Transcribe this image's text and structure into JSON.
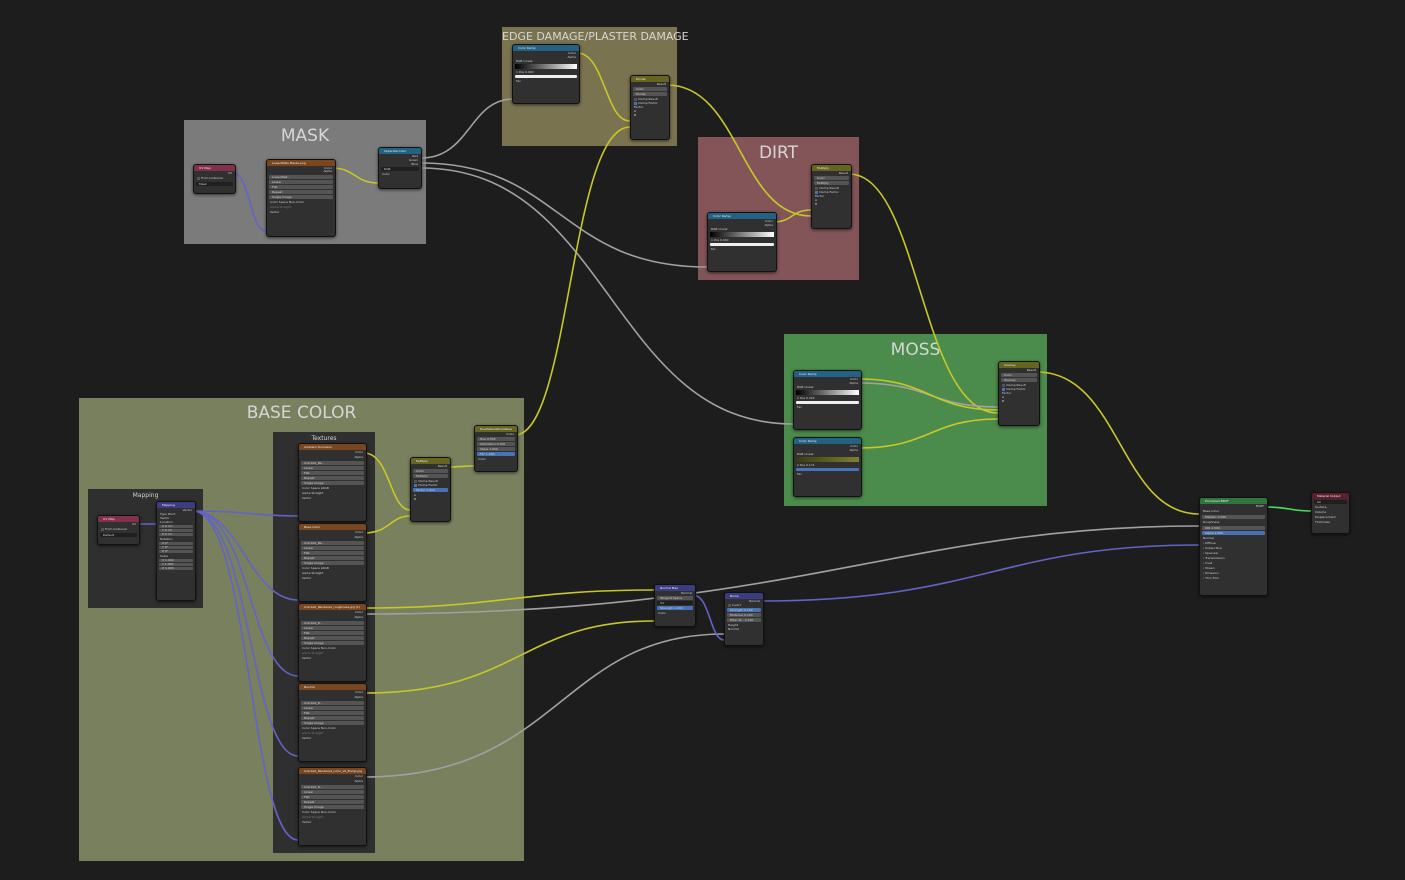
{
  "frames": {
    "edge": "EDGE DAMAGE/PLASTER DAMAGE",
    "mask": "MASK",
    "dirt": "DIRT",
    "moss": "MOSS",
    "base": "BASE COLOR",
    "mapping": "Mapping",
    "textures": "Textures"
  },
  "nodes": {
    "uvmap": {
      "title": "UV Map",
      "field": "UV",
      "from_instancer": "From Instancer",
      "map": "Mask"
    },
    "mask_image": {
      "title": "LowerWalls Masks.png",
      "file": "LowerWall...",
      "interp": "Linear",
      "proj": "Flat",
      "ext": "Repeat",
      "source": "Single Image",
      "colorspace": "Color Space",
      "colorspace_val": "Non-Color",
      "alpha": "Alpha",
      "alpha_val": "Straight",
      "out_color": "Color",
      "out_alpha": "Alpha",
      "in_vector": "Vector"
    },
    "separate": {
      "title": "Separate Color",
      "mode": "RGB",
      "out_red": "Red",
      "out_green": "Green",
      "out_blue": "Blue",
      "in_color": "Color"
    },
    "ramp_edge": {
      "title": "Color Ramp",
      "out_color": "Color",
      "out_alpha": "Alpha",
      "mode": "RGB",
      "interp": "Linear",
      "idx": "1",
      "pos": "Pos",
      "pos_val": "0.000",
      "in_fac": "Fac"
    },
    "divide": {
      "title": "Divide",
      "out": "Result",
      "a": "Color",
      "op": "Divide",
      "clamp_result": "Clamp Result",
      "clamp_factor": "Clamp Factor",
      "factor": "Factor",
      "in_a": "A",
      "in_b": "B"
    },
    "ramp_dirt": {
      "title": "Color Ramp",
      "out_color": "Color",
      "out_alpha": "Alpha",
      "mode": "RGB",
      "interp": "Linear",
      "idx": "1",
      "pos": "Pos",
      "pos_val": "0.000",
      "in_fac": "Fac"
    },
    "multiply_dirt": {
      "title": "Multiply",
      "out": "Result",
      "a": "Color",
      "op": "Multiply",
      "clamp_result": "Clamp Result",
      "clamp_factor": "Clamp Factor",
      "factor": "Factor",
      "in_a": "A",
      "in_b": "B"
    },
    "ramp_moss1": {
      "title": "Color Ramp",
      "out_color": "Color",
      "out_alpha": "Alpha",
      "mode": "RGB",
      "interp": "Linear",
      "idx": "1",
      "pos": "Pos",
      "pos_val": "0.322",
      "in_fac": "Fac"
    },
    "ramp_moss2": {
      "title": "Color Ramp",
      "out_color": "Color",
      "out_alpha": "Alpha",
      "mode": "RGB",
      "interp": "Linear",
      "idx": "2",
      "pos": "Pos",
      "pos_val": "0.174",
      "in_fac": "Fac"
    },
    "overlay": {
      "title": "Overlay",
      "out": "Result",
      "a": "Color",
      "op": "Overlay",
      "clamp_result": "Clamp Result",
      "clamp_factor": "Clamp Factor",
      "factor": "Factor",
      "in_a": "A",
      "in_b": "B"
    },
    "uvmap2": {
      "title": "UV Map",
      "field": "UV",
      "from_instancer": "From Instancer",
      "map": "Default"
    },
    "mapping": {
      "title": "Mapping",
      "out": "Vector",
      "type": "Type",
      "type_val": "Point",
      "vector": "Vector",
      "location": "Location",
      "rotation": "Rotation",
      "scale": "Scale",
      "loc": [
        "X  0 cm",
        "Y  0 cm",
        "Z  0 cm"
      ],
      "rot": [
        "X  0°",
        "Y  0°",
        "Z  0°"
      ],
      "scl": [
        "X  1.000",
        "Y  1.000",
        "Z  1.000"
      ]
    },
    "tex": [
      {
        "title": "Ambient Occlusion",
        "file": "Cracked_Re...",
        "colorspace_val": "sRGB"
      },
      {
        "title": "Base Color",
        "file": "Cracked_Re...",
        "colorspace_val": "sRGB"
      },
      {
        "title": "Cracked_Rendered_roughness.jpg (1)",
        "file": "Cracked_R...",
        "colorspace_val": "Non-Color"
      },
      {
        "title": "Normal",
        "file": "Cracked_R...",
        "colorspace_val": "Non-Color"
      },
      {
        "title": "Cracked_Rendered_color_v0_Bump.jpg",
        "file": "Cracked_R...",
        "colorspace_val": "Non-Color"
      }
    ],
    "tex_common": {
      "interp": "Linear",
      "proj": "Flat",
      "ext": "Repeat",
      "source": "Single Image",
      "colorspace": "Color Space",
      "alpha": "Alpha",
      "alpha_val": "Straight",
      "out_color": "Color",
      "out_alpha": "Alpha",
      "in_vector": "Vector"
    },
    "multiply_base": {
      "title": "Multiply",
      "out": "Result",
      "a": "Color",
      "op": "Multiply",
      "clamp_result": "Clamp Result",
      "clamp_factor": "Clamp Factor",
      "factor": "Factor",
      "factor_val": "1.000",
      "in_a": "A",
      "in_b": "B"
    },
    "hsv": {
      "title": "Hue/Saturation/Value",
      "out": "Color",
      "hue": "Hue",
      "hue_val": "0.500",
      "sat": "Saturation",
      "sat_val": "0.700",
      "val": "Value",
      "val_val": "1.000",
      "fac": "Fac",
      "fac_val": "1.000",
      "in_color": "Color"
    },
    "normal_map": {
      "title": "Normal Map",
      "out": "Normal",
      "space": "Tangent Space",
      "uv": "UV",
      "strength": "Strength",
      "strength_val": "1.000",
      "in_color": "Color"
    },
    "bump": {
      "title": "Bump",
      "out": "Normal",
      "invert": "Invert",
      "strength": "Strength",
      "strength_val": "0.100",
      "distance": "Distance",
      "distance_val": "0.100",
      "filter": "Filter W...",
      "filter_val": "0.100",
      "height": "Height",
      "normal": "Normal"
    },
    "bsdf": {
      "title": "Principled BSDF",
      "out": "BSDF",
      "base": "Base Color",
      "metallic": "Metallic",
      "metallic_val": "0.000",
      "roughness": "Roughness",
      "ior": "IOR",
      "ior_val": "1.500",
      "alpha": "Alpha",
      "alpha_val": "1.000",
      "normal": "Normal",
      "panels": [
        "Diffuse",
        "Subsurface",
        "Specular",
        "Transmission",
        "Coat",
        "Sheen",
        "Emission",
        "Thin Film"
      ]
    },
    "output": {
      "title": "Material Output",
      "target": "All",
      "surface": "Surface",
      "volume": "Volume",
      "displacement": "Displacement",
      "thickness": "Thickness"
    }
  },
  "colors": {
    "yellow_link": "#c7c729",
    "gray_link": "#a1a1a1",
    "vector_link": "#6363c7",
    "shader_link": "#4ade61"
  }
}
